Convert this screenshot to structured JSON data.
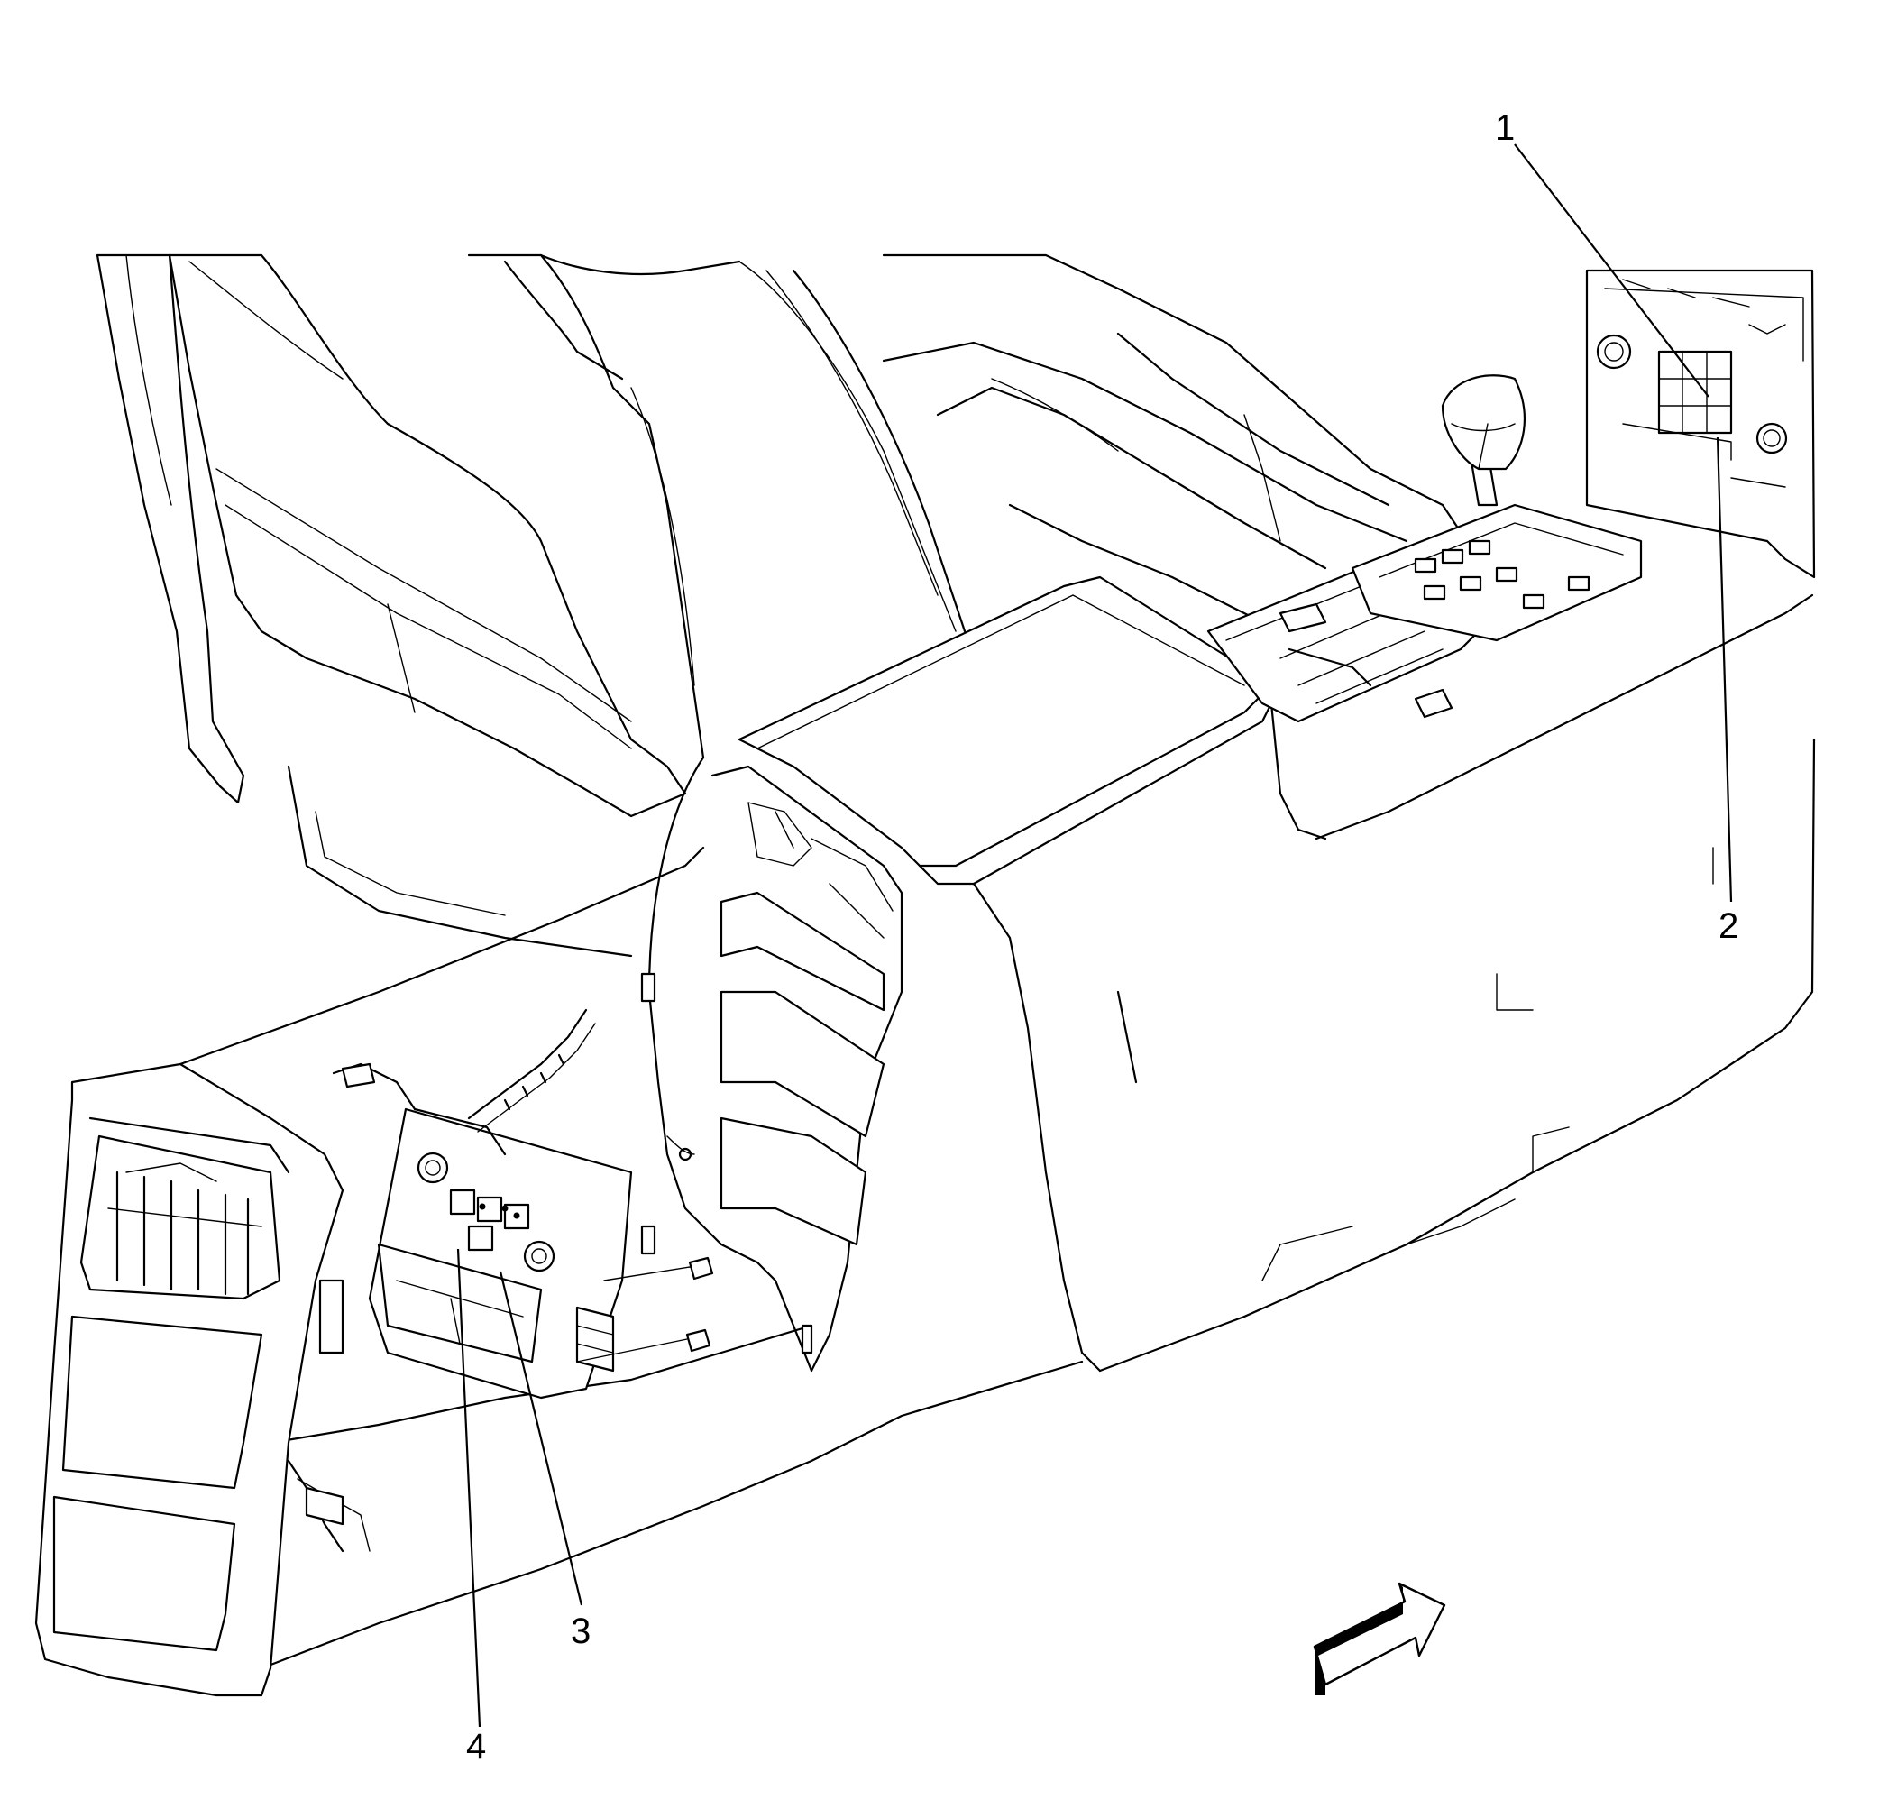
{
  "callouts": [
    {
      "id": "1",
      "label": "1"
    },
    {
      "id": "2",
      "label": "2"
    },
    {
      "id": "3",
      "label": "3"
    },
    {
      "id": "4",
      "label": "4"
    }
  ],
  "icons": {
    "direction_arrow": "forward-arrow-icon"
  },
  "colors": {
    "line": "#000000",
    "background": "#ffffff"
  }
}
